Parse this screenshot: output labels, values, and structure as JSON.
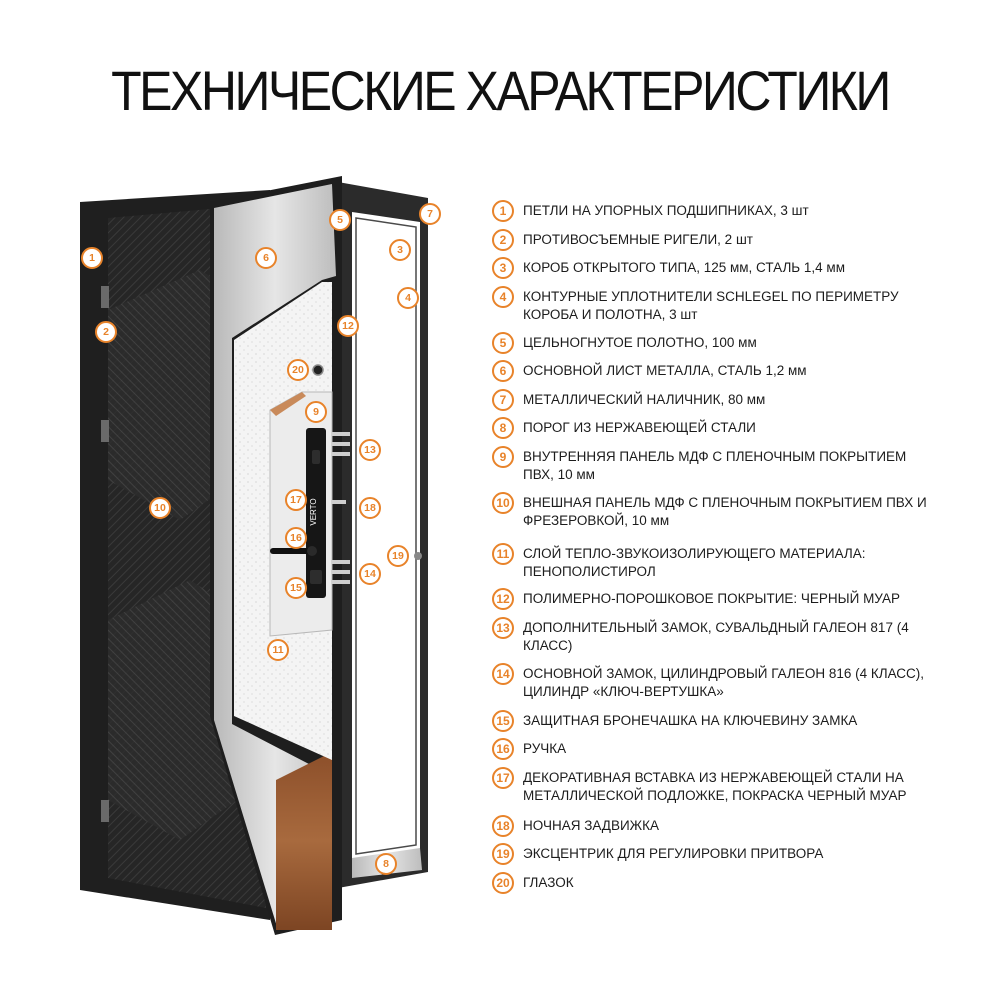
{
  "title": "ТЕХНИЧЕСКИЕ ХАРАКТЕРИСТИКИ",
  "colors": {
    "accent": "#e8832a",
    "door_dark": "#1f1f1f",
    "frame": "#2b2b2b",
    "metal": "#c8c8c8",
    "wood": "#9a5a30"
  },
  "brand_label": "VERTO",
  "callouts": [
    {
      "num": "1",
      "text": "ПЕТЛИ НА УПОРНЫХ ПОДШИПНИКАХ, 3 шт"
    },
    {
      "num": "2",
      "text": "ПРОТИВОСЪЕМНЫЕ РИГЕЛИ, 2 шт"
    },
    {
      "num": "3",
      "text": "КОРОБ ОТКРЫТОГО ТИПА, 125 мм, СТАЛЬ 1,4 мм"
    },
    {
      "num": "4",
      "text": "КОНТУРНЫЕ УПЛОТНИТЕЛИ SCHLEGEL ПО ПЕРИМЕТРУ КОРОБА И ПОЛОТНА, 3 шт"
    },
    {
      "num": "5",
      "text": "ЦЕЛЬНОГНУТОЕ ПОЛОТНО, 100 мм"
    },
    {
      "num": "6",
      "text": "ОСНОВНОЙ ЛИСТ МЕТАЛЛА, СТАЛЬ 1,2 мм"
    },
    {
      "num": "7",
      "text": "МЕТАЛЛИЧЕСКИЙ НАЛИЧНИК, 80 мм"
    },
    {
      "num": "8",
      "text": "ПОРОГ ИЗ НЕРЖАВЕЮЩЕЙ СТАЛИ"
    },
    {
      "num": "9",
      "text": "ВНУТРЕННЯЯ ПАНЕЛЬ МДФ С ПЛЕНОЧНЫМ ПОКРЫТИЕМ ПВХ, 10 мм"
    },
    {
      "num": "10",
      "text": "ВНЕШНАЯ ПАНЕЛЬ МДФ С ПЛЕНОЧНЫМ ПОКРЫТИЕМ ПВХ И ФРЕЗЕРОВКОЙ, 10 мм"
    },
    {
      "num": "11",
      "text": "СЛОЙ ТЕПЛО-ЗВУКОИЗОЛИРУЮЩЕГО МАТЕРИАЛА: ПЕНОПОЛИСТИРОЛ"
    },
    {
      "num": "12",
      "text": "ПОЛИМЕРНО-ПОРОШКОВОЕ ПОКРЫТИЕ: ЧЕРНЫЙ МУАР"
    },
    {
      "num": "13",
      "text": "ДОПОЛНИТЕЛЬНЫЙ ЗАМОК, СУВАЛЬДНЫЙ ГАЛЕОН 817 (4 КЛАСС)"
    },
    {
      "num": "14",
      "text": "ОСНОВНОЙ ЗАМОК, ЦИЛИНДРОВЫЙ ГАЛЕОН 816 (4 КЛАСС), ЦИЛИНДР «КЛЮЧ-ВЕРТУШКА»"
    },
    {
      "num": "15",
      "text": "ЗАЩИТНАЯ БРОНЕЧАШКА НА КЛЮЧЕВИНУ ЗАМКА"
    },
    {
      "num": "16",
      "text": "РУЧКА"
    },
    {
      "num": "17",
      "text": "ДЕКОРАТИВНАЯ ВСТАВКА ИЗ НЕРЖАВЕЮЩЕЙ СТАЛИ НА МЕТАЛЛИЧЕСКОЙ ПОДЛОЖКЕ, ПОКРАСКА ЧЕРНЫЙ МУАР"
    },
    {
      "num": "18",
      "text": "НОЧНАЯ ЗАДВИЖКА"
    },
    {
      "num": "19",
      "text": "ЭКСЦЕНТРИК ДЛЯ РЕГУЛИРОВКИ ПРИТВОРА"
    },
    {
      "num": "20",
      "text": "ГЛАЗОК"
    }
  ]
}
